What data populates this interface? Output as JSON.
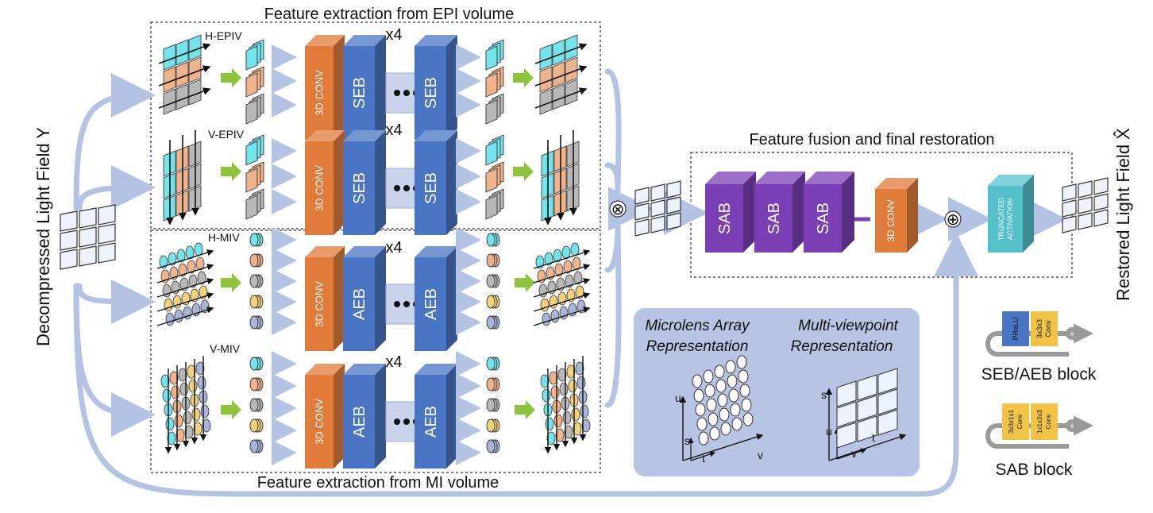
{
  "titles": {
    "epi": "Feature extraction from EPI volume",
    "mi": "Feature extraction from MI volume",
    "fusion": "Feature fusion and final restoration"
  },
  "input_label": "Decompressed Light Field Y",
  "output_label": "Restored Light Field X̂",
  "branches": {
    "h_epiv": "H-EPIV",
    "v_epiv": "V-EPIV",
    "h_miv": "H-MIV",
    "v_miv": "V-MIV"
  },
  "repeat": "x4",
  "blocks": {
    "conv3d": "3D CONV",
    "seb": "SEB",
    "aeb": "AEB",
    "sab": "SAB",
    "truncated": "TRUNCATED",
    "activation": "ACTIVATION"
  },
  "operators": {
    "multiply": "⊗",
    "add": "⊕"
  },
  "legend": {
    "microlens_line1": "Microlens Array",
    "microlens_line2": "Representation",
    "multiview_line1": "Multi-viewpoint",
    "multiview_line2": "Representation",
    "axis_u": "u",
    "axis_v": "v",
    "axis_s": "s",
    "axis_t": "t"
  },
  "seb_aeb_block": {
    "label": "SEB/AEB block",
    "prelu": "PReLU",
    "conv_line1": "3x3x3",
    "conv_line2": "Conv"
  },
  "sab_block": {
    "label": "SAB block",
    "conv1_line1": "3x3x1x1",
    "conv1_line2": "Conv",
    "conv2_line1": "1x1x3x3",
    "conv2_line2": "Conv"
  },
  "colors": {
    "flow": "#b4c3e4",
    "cyan": "#74e4ec",
    "peach": "#f0b48c",
    "gray": "#b8b8b8",
    "yellow": "#f2d27c",
    "bluegray": "#a8b4d8",
    "orange": "#e07b39",
    "blue": "#4a74c4",
    "purple": "#7a3fb4",
    "teal": "#54c0cc",
    "green": "#8cc43c",
    "legend_bg": "#b8c4e4"
  }
}
